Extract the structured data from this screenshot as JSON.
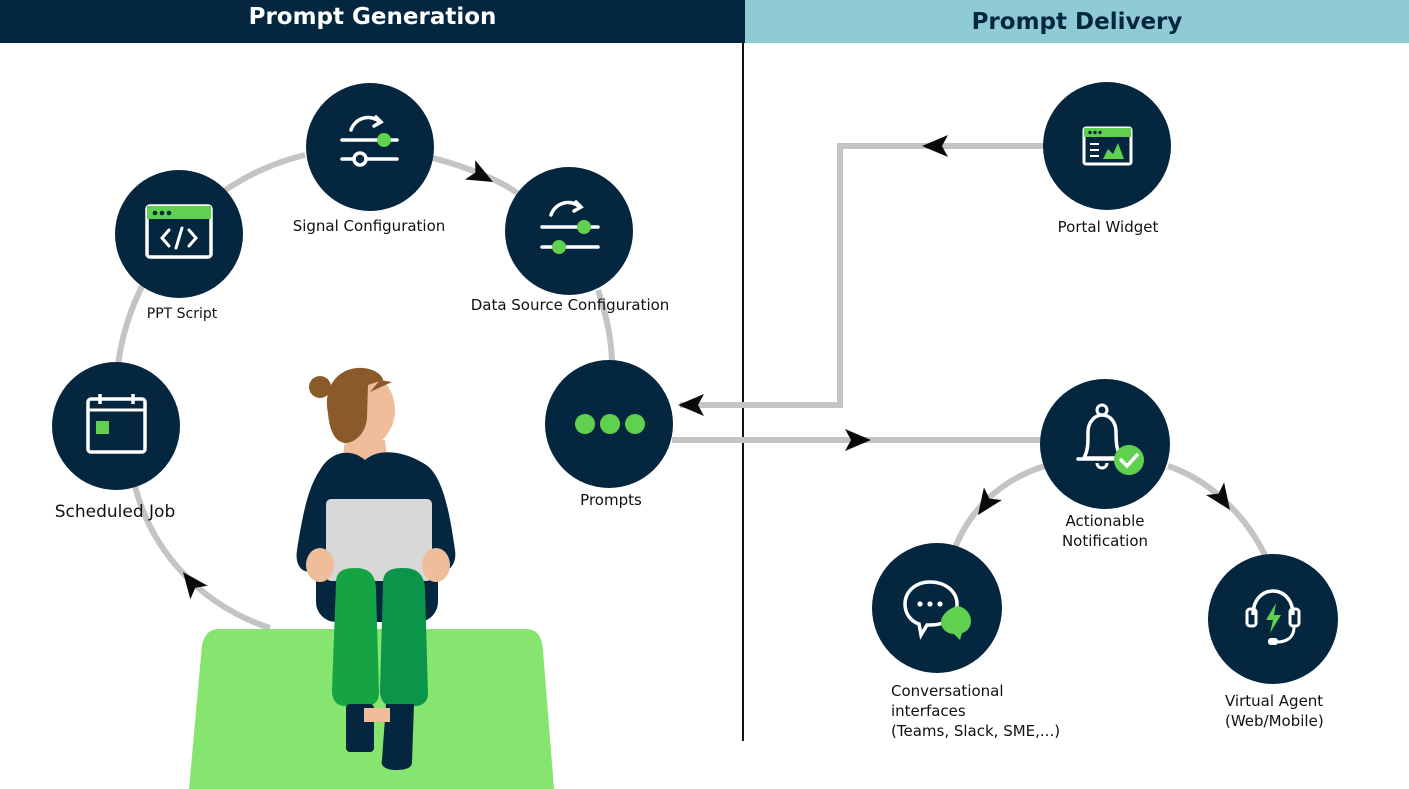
{
  "headers": {
    "generation": "Prompt Generation",
    "delivery": "Prompt Delivery"
  },
  "nodes": {
    "signal_configuration": "Signal Configuration",
    "data_source_configuration": "Data Source  Configuration",
    "ppt_script": "PPT Script",
    "scheduled_job": "Scheduled Job",
    "prompts": "Prompts",
    "portal_widget": "Portal Widget",
    "actionable_notification": [
      "Actionable",
      "Notification"
    ],
    "conversational_interfaces": [
      "Conversational",
      "interfaces",
      "(Teams, Slack, SME,...)"
    ],
    "virtual_agent": [
      "Virtual Agent",
      "(Web/Mobile)"
    ]
  },
  "icons": {
    "signal_configuration": "sliders-icon",
    "data_source_configuration": "sliders-icon",
    "ppt_script": "code-window-icon",
    "scheduled_job": "calendar-icon",
    "prompts": "dots-icon",
    "portal_widget": "dashboard-window-icon",
    "actionable_notification": "bell-check-icon",
    "conversational_interfaces": "chat-bubbles-icon",
    "virtual_agent": "headset-icon"
  },
  "colors": {
    "navy": "#04263f",
    "teal": "#8ecbd5",
    "green": "#5fd14f",
    "connector": "#c4c4c4"
  }
}
